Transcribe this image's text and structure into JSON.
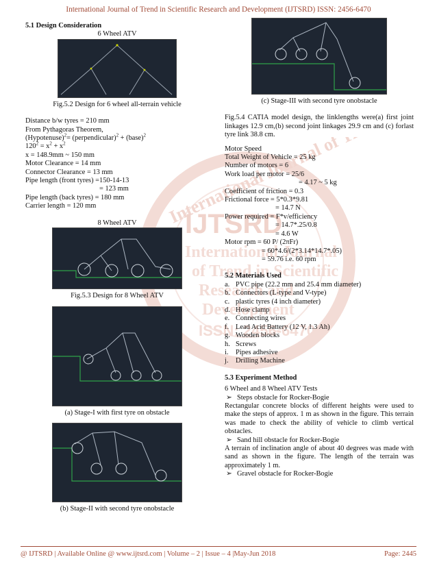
{
  "header": "International Journal of Trend in Scientific Research and Development (IJTSRD) ISSN: 2456-6470",
  "footer": {
    "left": "@ IJTSRD  |  Available Online @ www.ijtsrd.com  |  Volume – 2  |  Issue – 4  |May-Jun 2018",
    "right": "Page: 2445"
  },
  "watermark": {
    "ring_top": "International Journal of Trend in Scientific",
    "center": "IJTSRD",
    "mid1": "International Journal",
    "mid2": "of Trend in Scientific",
    "mid3": "Research and",
    "mid4": "Development",
    "issn": "ISSN: 2456-6470"
  },
  "left": {
    "section_title": "5.1 Design Consideration",
    "fig1_title": "6 Wheel ATV",
    "fig1_caption": "Fig.5.2 Design for 6 wheel all-terrain vehicle",
    "calc": {
      "l1": "Distance b/w tyres = 210 mm",
      "l2": "From Pythagoras Theorem,",
      "l3a": "(Hypotenuse)",
      "l3b": "= (perpendicular)",
      "l3c": " + (base)",
      "sup2": "2",
      "l4a": "120",
      "l4b": " = x",
      "l4c": " + x",
      "l5": "x = 148.9mm ~ 150 mm",
      "l6": "Motor Clearance = 14 mm",
      "l7": "Connector Clearance = 13 mm",
      "l8": "Pipe length (front tyres) =150-14-13",
      "l9": "= 123 mm",
      "l10": "Pipe length (back tyres) = 180 mm",
      "l11": "Carrier length = 120 mm"
    },
    "fig2_title": "8 Wheel ATV",
    "fig2_caption": "Fig.5.3 Design for 8 Wheel ATV",
    "fig3_caption": "(a) Stage-I with first tyre on obstacle",
    "fig4_caption": "(b) Stage-II with second tyre onobstacle"
  },
  "right": {
    "fig5_caption": "(c) Stage-III with second tyre onobstacle",
    "para1": "Fig.5.4 CATIA model design, the linklengths were(a) first joint linkages 12.9 cm,(b) second joint linkages 29.9 cm and (c) forlast tyre link 38.8 cm.",
    "motor": {
      "m1": "Motor Speed",
      "m2": "Total Weight of Vehicle = 25 kg",
      "m3": "Number of motors = 6",
      "m4": "Work load per motor = 25/6",
      "m5": "= 4.17 ~ 5 kg",
      "m6": "Coefficient of friction = 0.3",
      "m7": "Frictional force = 5*0.3*9.81",
      "m8": "= 14.7 N",
      "m9": "Power required = F*v/efficiency",
      "m10": "= 14.7*.25/0.8",
      "m11": "= 4.6 W",
      "m12": "Motor rpm = 60 P/ (2πFr)",
      "m13": "= 60*4.6/(2*3.14*14.7*.05)",
      "m14": "= 59.76 i.e. 60 rpm"
    },
    "materials_title": "5.2 Materials Used",
    "materials": [
      {
        "k": "a.",
        "t": "PVC pipe (22.2 mm and 25.4 mm diameter)"
      },
      {
        "k": "b.",
        "t": "Connectors (L-type and V-type)"
      },
      {
        "k": "c.",
        "t": "plastic tyres (4 inch diameter)"
      },
      {
        "k": "d.",
        "t": "Hose clamp"
      },
      {
        "k": "e.",
        "t": "Connecting wires"
      },
      {
        "k": "f.",
        "t": "Lead Acid Battery (12 V, 1.3 Ah)"
      },
      {
        "k": "g.",
        "t": "Wooden blocks"
      },
      {
        "k": "h.",
        "t": "Screws"
      },
      {
        "k": "i.",
        "t": "Pipes adhesive"
      },
      {
        "k": "j.",
        "t": "Drilling Machine"
      }
    ],
    "experiment_title": "5.3 Experiment Method",
    "exp_intro": "6 Wheel and 8 Wheel ATV Tests",
    "bullet1": "Steps obstacle for Rocker-Bogie",
    "para2": "Rectangular concrete blocks of different heights were used to make the steps of approx. 1 m as shown in the figure. This terrain was made to check the ability of vehicle to climb vertical obstacles.",
    "bullet2": "Sand hill obstacle for Rocker-Bogie",
    "para3": "A terrain of inclination angle of about 40 degrees was made with sand as shown in the figure. The length of the terrain was approximately 1 m.",
    "bullet3": "Gravel obstacle for Rocker-Bogie",
    "bullet_glyph": "➢"
  }
}
